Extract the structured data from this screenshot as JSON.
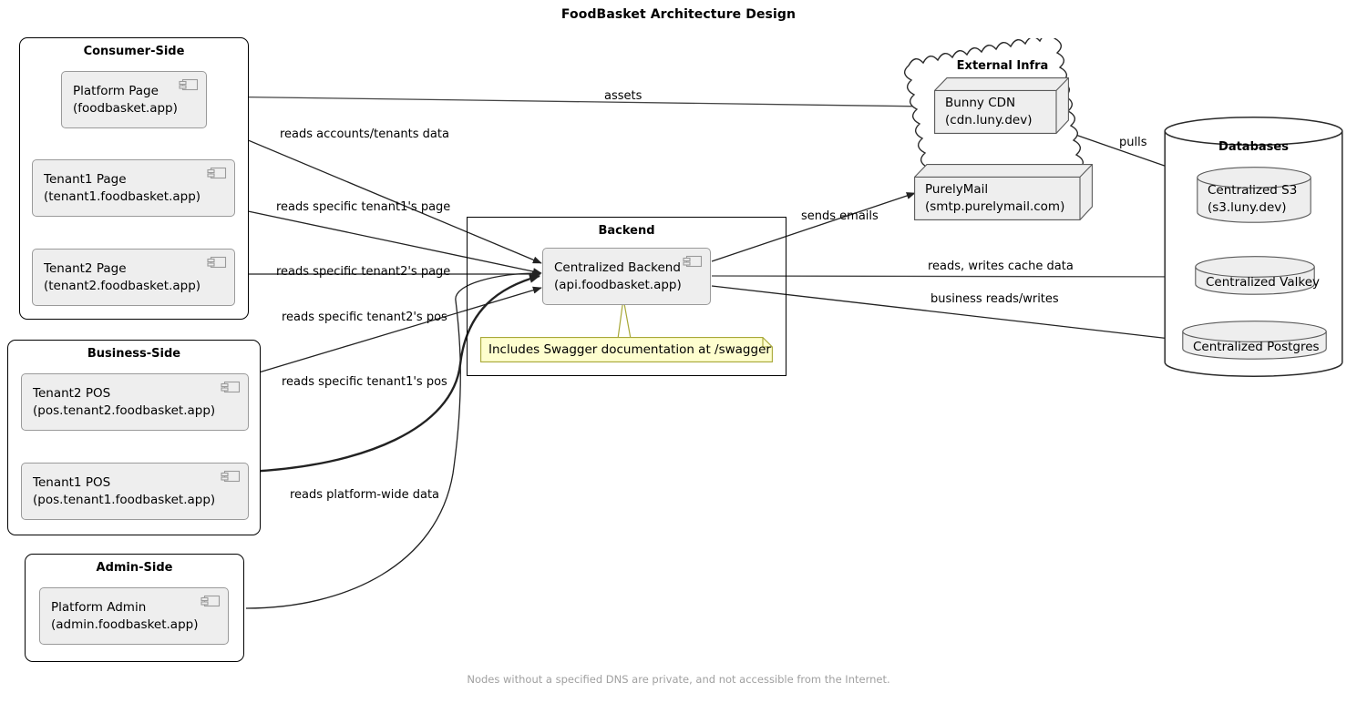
{
  "diagram": {
    "title": "FoodBasket Architecture Design",
    "footer": "Nodes without a specified DNS are private, and not accessible from the Internet."
  },
  "groups": {
    "consumer_side": {
      "title": "Consumer-Side"
    },
    "business_side": {
      "title": "Business-Side"
    },
    "admin_side": {
      "title": "Admin-Side"
    },
    "backend": {
      "title": "Backend"
    },
    "external_infra": {
      "title": "External Infra"
    },
    "databases": {
      "title": "Databases"
    }
  },
  "components": {
    "platform_page": {
      "name": "Platform Page",
      "dns": "(foodbasket.app)",
      "icon": "uml-component-icon"
    },
    "tenant1_page": {
      "name": "Tenant1 Page",
      "dns": "(tenant1.foodbasket.app)",
      "icon": "uml-component-icon"
    },
    "tenant2_page": {
      "name": "Tenant2 Page",
      "dns": "(tenant2.foodbasket.app)",
      "icon": "uml-component-icon"
    },
    "tenant2_pos": {
      "name": "Tenant2 POS",
      "dns": "(pos.tenant2.foodbasket.app)",
      "icon": "uml-component-icon"
    },
    "tenant1_pos": {
      "name": "Tenant1 POS",
      "dns": "(pos.tenant1.foodbasket.app)",
      "icon": "uml-component-icon"
    },
    "platform_admin": {
      "name": "Platform Admin",
      "dns": "(admin.foodbasket.app)",
      "icon": "uml-component-icon"
    },
    "centralized_backend": {
      "name": "Centralized Backend",
      "dns": "(api.foodbasket.app)",
      "icon": "uml-component-icon"
    }
  },
  "nodes": {
    "bunny_cdn": {
      "name": "Bunny CDN",
      "dns": "(cdn.luny.dev)"
    },
    "purelymail": {
      "name": "PurelyMail",
      "dns": "(smtp.purelymail.com)"
    }
  },
  "databases": {
    "centralized_s3": {
      "name": "Centralized S3",
      "dns": "(s3.luny.dev)"
    },
    "centralized_valkey": {
      "name": "Centralized Valkey",
      "dns": ""
    },
    "centralized_postgres": {
      "name": "Centralized Postgres",
      "dns": ""
    }
  },
  "note": {
    "swagger": "Includes Swagger documentation at /swagger"
  },
  "edges": [
    {
      "id": "assets",
      "label": "assets",
      "from": "platform_page",
      "to": "bunny_cdn"
    },
    {
      "id": "accounts_tenants",
      "label": "reads accounts/tenants data",
      "from": "platform_page",
      "to": "centralized_backend"
    },
    {
      "id": "tenant1_page_reads",
      "label": "reads specific tenant1's page",
      "from": "tenant1_page",
      "to": "centralized_backend"
    },
    {
      "id": "tenant2_page_reads",
      "label": "reads specific tenant2's page",
      "from": "tenant2_page",
      "to": "centralized_backend"
    },
    {
      "id": "tenant2_pos_reads",
      "label": "reads specific tenant2's pos",
      "from": "tenant2_pos",
      "to": "centralized_backend"
    },
    {
      "id": "tenant1_pos_reads",
      "label": "reads specific tenant1's pos",
      "from": "tenant1_pos",
      "to": "centralized_backend"
    },
    {
      "id": "platform_wide_reads",
      "label": "reads platform-wide data",
      "from": "platform_admin",
      "to": "centralized_backend"
    },
    {
      "id": "sends_emails",
      "label": "sends emails",
      "from": "centralized_backend",
      "to": "purelymail"
    },
    {
      "id": "pulls",
      "label": "pulls",
      "from": "bunny_cdn",
      "to": "centralized_s3"
    },
    {
      "id": "cache_data",
      "label": "reads, writes cache data",
      "from": "centralized_backend",
      "to": "centralized_valkey"
    },
    {
      "id": "business_reads_writes",
      "label": "business reads/writes",
      "from": "centralized_backend",
      "to": "centralized_postgres"
    }
  ],
  "colors": {
    "component_fill": "#EEEEEE",
    "component_stroke": "#9A9A9A",
    "node_stroke": "#5A5A5A",
    "note_fill": "#FEFECE",
    "note_stroke": "#A8A838",
    "line": "#222222",
    "footer_text": "#A0A0A0",
    "background": "#FFFFFF"
  }
}
